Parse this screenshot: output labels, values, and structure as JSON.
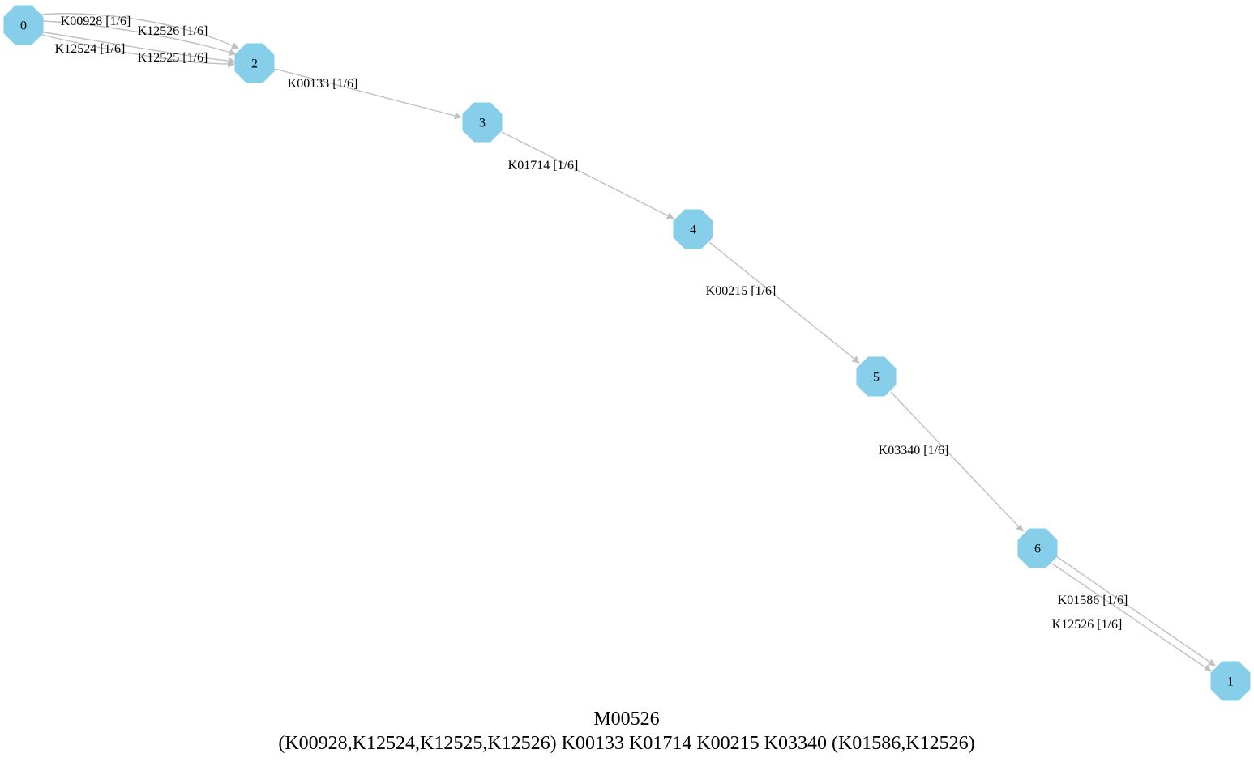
{
  "colors": {
    "node_fill": "#87ceeb",
    "edge_stroke": "#c0c0c0",
    "text": "#000000",
    "background": "#ffffff"
  },
  "node_shape": "octagon",
  "nodes": [
    {
      "id": "0",
      "label": "0"
    },
    {
      "id": "2",
      "label": "2"
    },
    {
      "id": "3",
      "label": "3"
    },
    {
      "id": "4",
      "label": "4"
    },
    {
      "id": "5",
      "label": "5"
    },
    {
      "id": "6",
      "label": "6"
    },
    {
      "id": "1",
      "label": "1"
    }
  ],
  "edges": [
    {
      "from": "0",
      "to": "2",
      "label": "K00928 [1/6]"
    },
    {
      "from": "0",
      "to": "2",
      "label": "K12526 [1/6]"
    },
    {
      "from": "0",
      "to": "2",
      "label": "K12524 [1/6]"
    },
    {
      "from": "0",
      "to": "2",
      "label": "K12525 [1/6]"
    },
    {
      "from": "2",
      "to": "3",
      "label": "K00133 [1/6]"
    },
    {
      "from": "3",
      "to": "4",
      "label": "K01714 [1/6]"
    },
    {
      "from": "4",
      "to": "5",
      "label": "K00215 [1/6]"
    },
    {
      "from": "5",
      "to": "6",
      "label": "K03340 [1/6]"
    },
    {
      "from": "6",
      "to": "1",
      "label": "K01586 [1/6]"
    },
    {
      "from": "6",
      "to": "1",
      "label": "K12526 [1/6]"
    }
  ],
  "caption": {
    "title": "M00526",
    "definition": "(K00928,K12524,K12525,K12526) K00133 K01714 K00215 K03340 (K01586,K12526)"
  }
}
